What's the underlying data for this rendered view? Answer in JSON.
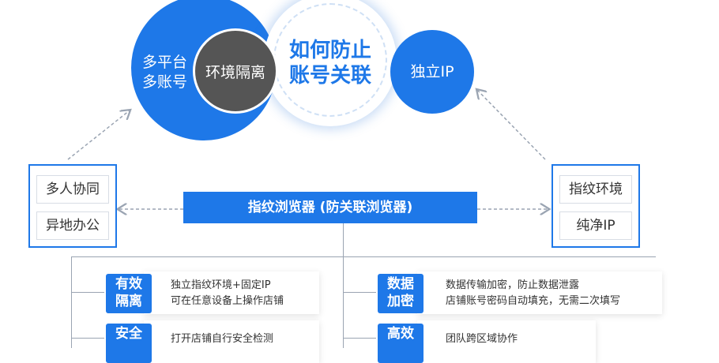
{
  "circles": {
    "left_label": [
      "多平台",
      "多账号"
    ],
    "gray_label": "环境隔离",
    "center_label": [
      "如何防止",
      "账号关联"
    ],
    "right_label": "独立IP"
  },
  "left_box": {
    "items": [
      "多人协同",
      "异地办公"
    ]
  },
  "right_box": {
    "items": [
      "指纹环境",
      "纯净IP"
    ]
  },
  "main_bar": "指纹浏览器 (防关联浏览器)",
  "features_left": [
    {
      "badge": [
        "有效",
        "隔离"
      ],
      "lines": [
        "独立指纹环境+固定IP",
        "可在任意设备上操作店铺"
      ]
    },
    {
      "badge": [
        "安全",
        ""
      ],
      "lines": [
        "打开店铺自行安全检测"
      ]
    }
  ],
  "features_right": [
    {
      "badge": [
        "数据",
        "加密"
      ],
      "lines": [
        "数据传输加密，防止数据泄露",
        "店铺账号密码自动填充，无需二次填写"
      ]
    },
    {
      "badge": [
        "高效",
        ""
      ],
      "lines": [
        "团队跨区域协作"
      ]
    }
  ],
  "colors": {
    "accent": "#1e78e8",
    "gray_circle": "#555555"
  }
}
